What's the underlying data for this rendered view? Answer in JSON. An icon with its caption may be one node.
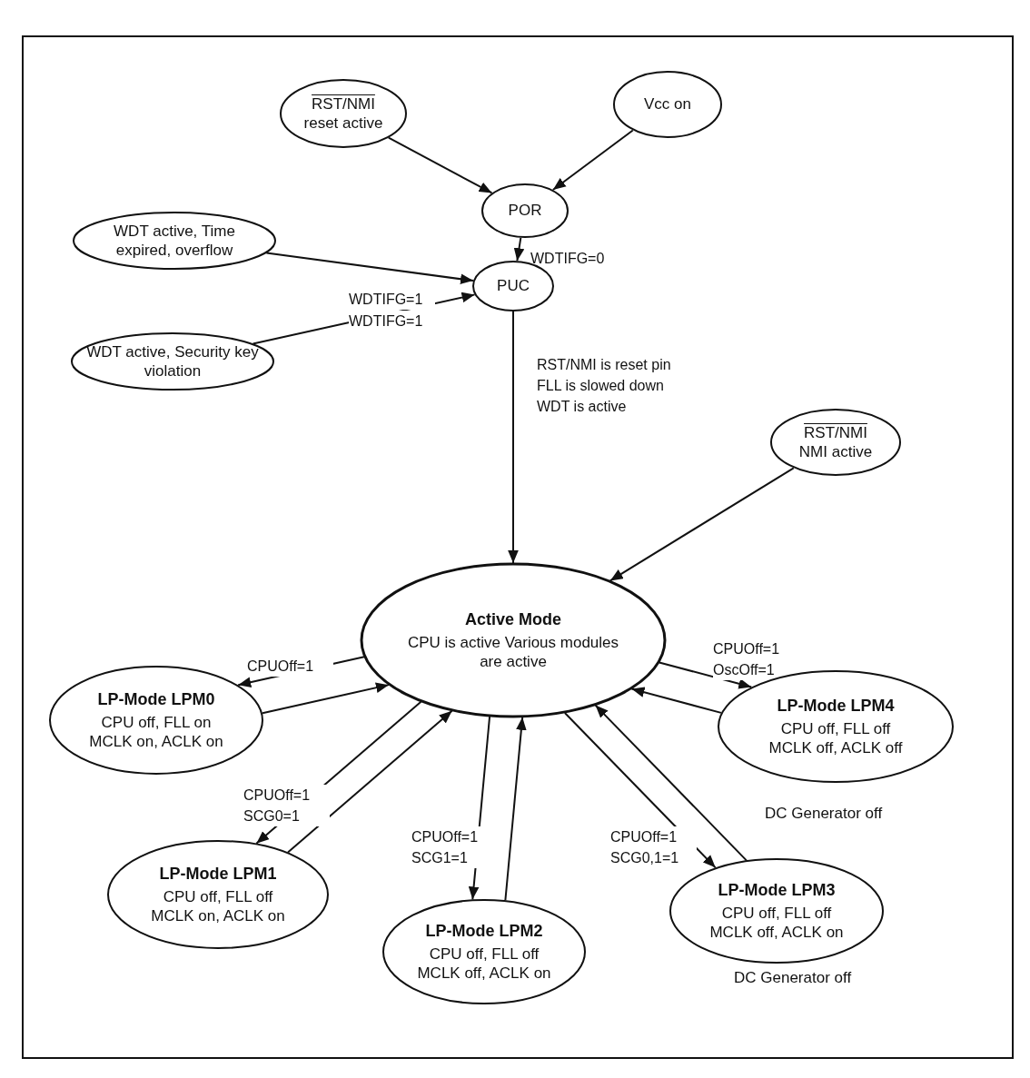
{
  "diagram": {
    "nodes": [
      {
        "text": [
          "RST/NMI",
          "reset active"
        ]
      },
      {
        "text": [
          "Vcc on"
        ]
      },
      {
        "text": [
          "POR"
        ]
      },
      {
        "text": [
          "PUC"
        ]
      },
      {
        "text": [
          "WDT active, Time expired, overflow"
        ]
      },
      {
        "text": [
          "WDT active, Security key violation"
        ]
      },
      {
        "text": [
          "RST/NMI",
          "NMI active"
        ]
      },
      {
        "text": [
          "Active Mode",
          "CPU is active Various modules are active"
        ]
      },
      {
        "text": [
          "LP-Mode LPM0",
          "CPU off, FLL on MCLK on, ACLK on"
        ]
      },
      {
        "text": [
          "LP-Mode LPM1",
          "CPU off, FLL off MCLK on, ACLK on"
        ]
      },
      {
        "text": [
          "LP-Mode LPM2",
          "CPU off, FLL off MCLK off, ACLK on"
        ]
      },
      {
        "text": [
          "LP-Mode LPM3",
          "CPU off, FLL off MCLK off, ACLK on"
        ],
        "beside": [
          "DC Generator off"
        ]
      },
      {
        "text": [
          "LP-Mode LPM4",
          "CPU off, FLL off MCLK off, ACLK off"
        ],
        "beside": [
          "DC Generator off"
        ]
      }
    ],
    "edges": [
      {
        "from": 0,
        "to": 2,
        "arrow": "to"
      },
      {
        "from": 1,
        "to": 2,
        "arrow": "to"
      },
      {
        "from": 2,
        "to": 3,
        "arrow": "to",
        "label": "WDTIFG=0"
      },
      {
        "from": 4,
        "to": 3,
        "arrow": "to",
        "label": "WDTIFG=1"
      },
      {
        "from": 5,
        "to": 3,
        "arrow": "to",
        "label": "WDTIFG=1"
      },
      {
        "from": 3,
        "to": 7,
        "arrow": "to",
        "label": "RST/NMI is reset pin FLL is slowed down WDT is active"
      },
      {
        "from": 6,
        "to": 7,
        "arrow": "to"
      },
      {
        "from": 7,
        "to": 8,
        "arrow": "to",
        "label": "CPUOff=1"
      },
      {
        "from": 8,
        "to": 7,
        "arrow": "to"
      },
      {
        "from": 7,
        "to": 9,
        "arrow": "to",
        "label": "CPUOff=1 SCG0=1"
      },
      {
        "from": 9,
        "to": 7,
        "arrow": "to"
      },
      {
        "from": 7,
        "to": 10,
        "arrow": "to",
        "label": "CPUOff=1 SCG1=1"
      },
      {
        "from": 10,
        "to": 7,
        "arrow": "to"
      },
      {
        "from": 7,
        "to": 11,
        "arrow": "to",
        "label": "CPUOff=1 SCG0,1=1"
      },
      {
        "from": 11,
        "to": 7,
        "arrow": "to"
      },
      {
        "from": 7,
        "to": 12,
        "arrow": "to",
        "label": "CPUOff=1 OscOff=1"
      },
      {
        "from": 12,
        "to": 7,
        "arrow": "to"
      }
    ]
  }
}
